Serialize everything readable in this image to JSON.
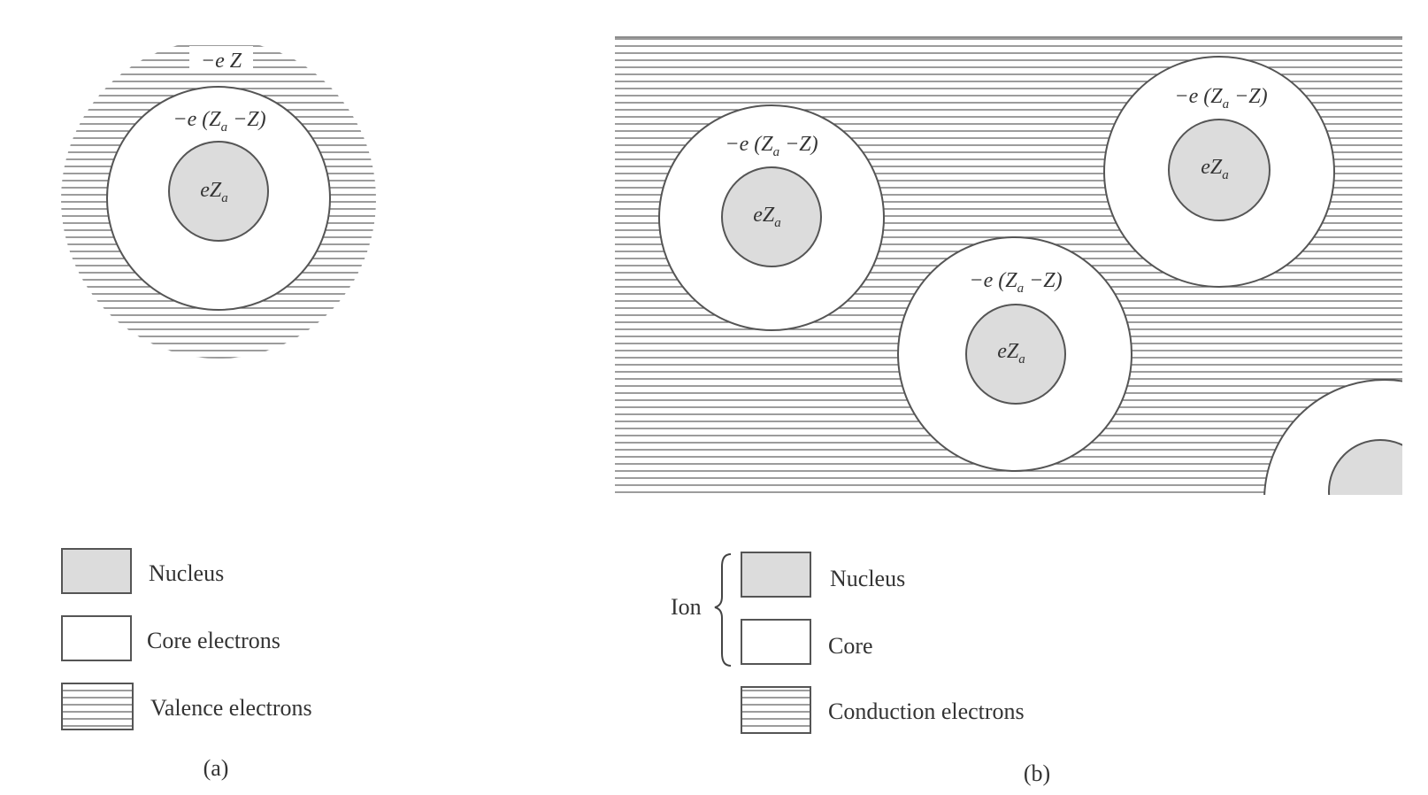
{
  "panel_a": {
    "caption": "(a)",
    "outer_label": "−e Z",
    "core_label_pre": "−e (Z",
    "core_label_sub": "a",
    "core_label_post": " −Z)",
    "nucleus_label": "eZ",
    "nucleus_sub": "a",
    "legend": [
      {
        "label": "Nucleus"
      },
      {
        "label": "Core electrons"
      },
      {
        "label": "Valence electrons"
      }
    ]
  },
  "panel_b": {
    "caption": "(b)",
    "core_label_pre": "−e (Z",
    "core_label_sub": "a",
    "core_label_post": " −Z)",
    "nucleus_label": "eZ",
    "nucleus_sub": "a",
    "ion_label": "Ion",
    "legend": [
      {
        "label": "Nucleus"
      },
      {
        "label": "Core"
      },
      {
        "label": "Conduction electrons"
      }
    ]
  },
  "colors": {
    "nucleus_fill": "#dcdcdc",
    "stroke": "#555555",
    "hatch": "#666666",
    "background": "#ffffff"
  }
}
